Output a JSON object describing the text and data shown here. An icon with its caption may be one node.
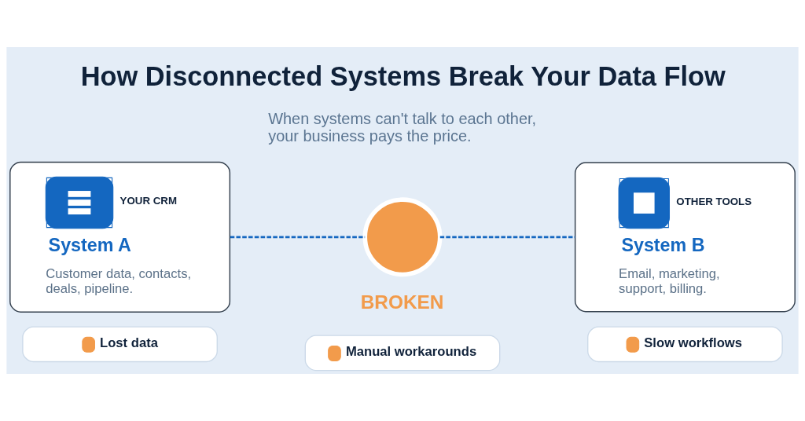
{
  "diagram": {
    "title": "How Disconnected Systems Break Your Data Flow",
    "nodes": [
      {
        "text": [
          "YOUR CRM",
          "System A",
          "Customer data, contacts, deals, pipeline."
        ]
      },
      {
        "text": [],
        "shape": "circle",
        "beside": [
          "BROKEN"
        ]
      },
      {
        "text": [
          "OTHER TOOLS",
          "System B",
          "Email, marketing, support, billing."
        ]
      },
      {
        "text": [
          "Lost data"
        ]
      },
      {
        "text": [
          "Manual workarounds"
        ]
      },
      {
        "text": [
          "Slow workflows"
        ]
      }
    ],
    "edges": [
      {
        "from": 0,
        "to": 1,
        "arrow": "none",
        "style": "dashed"
      },
      {
        "from": 1,
        "to": 2,
        "arrow": "none",
        "style": "dashed"
      }
    ],
    "labels": [
      "When systems can't talk to each other, your business pays the price."
    ]
  }
}
